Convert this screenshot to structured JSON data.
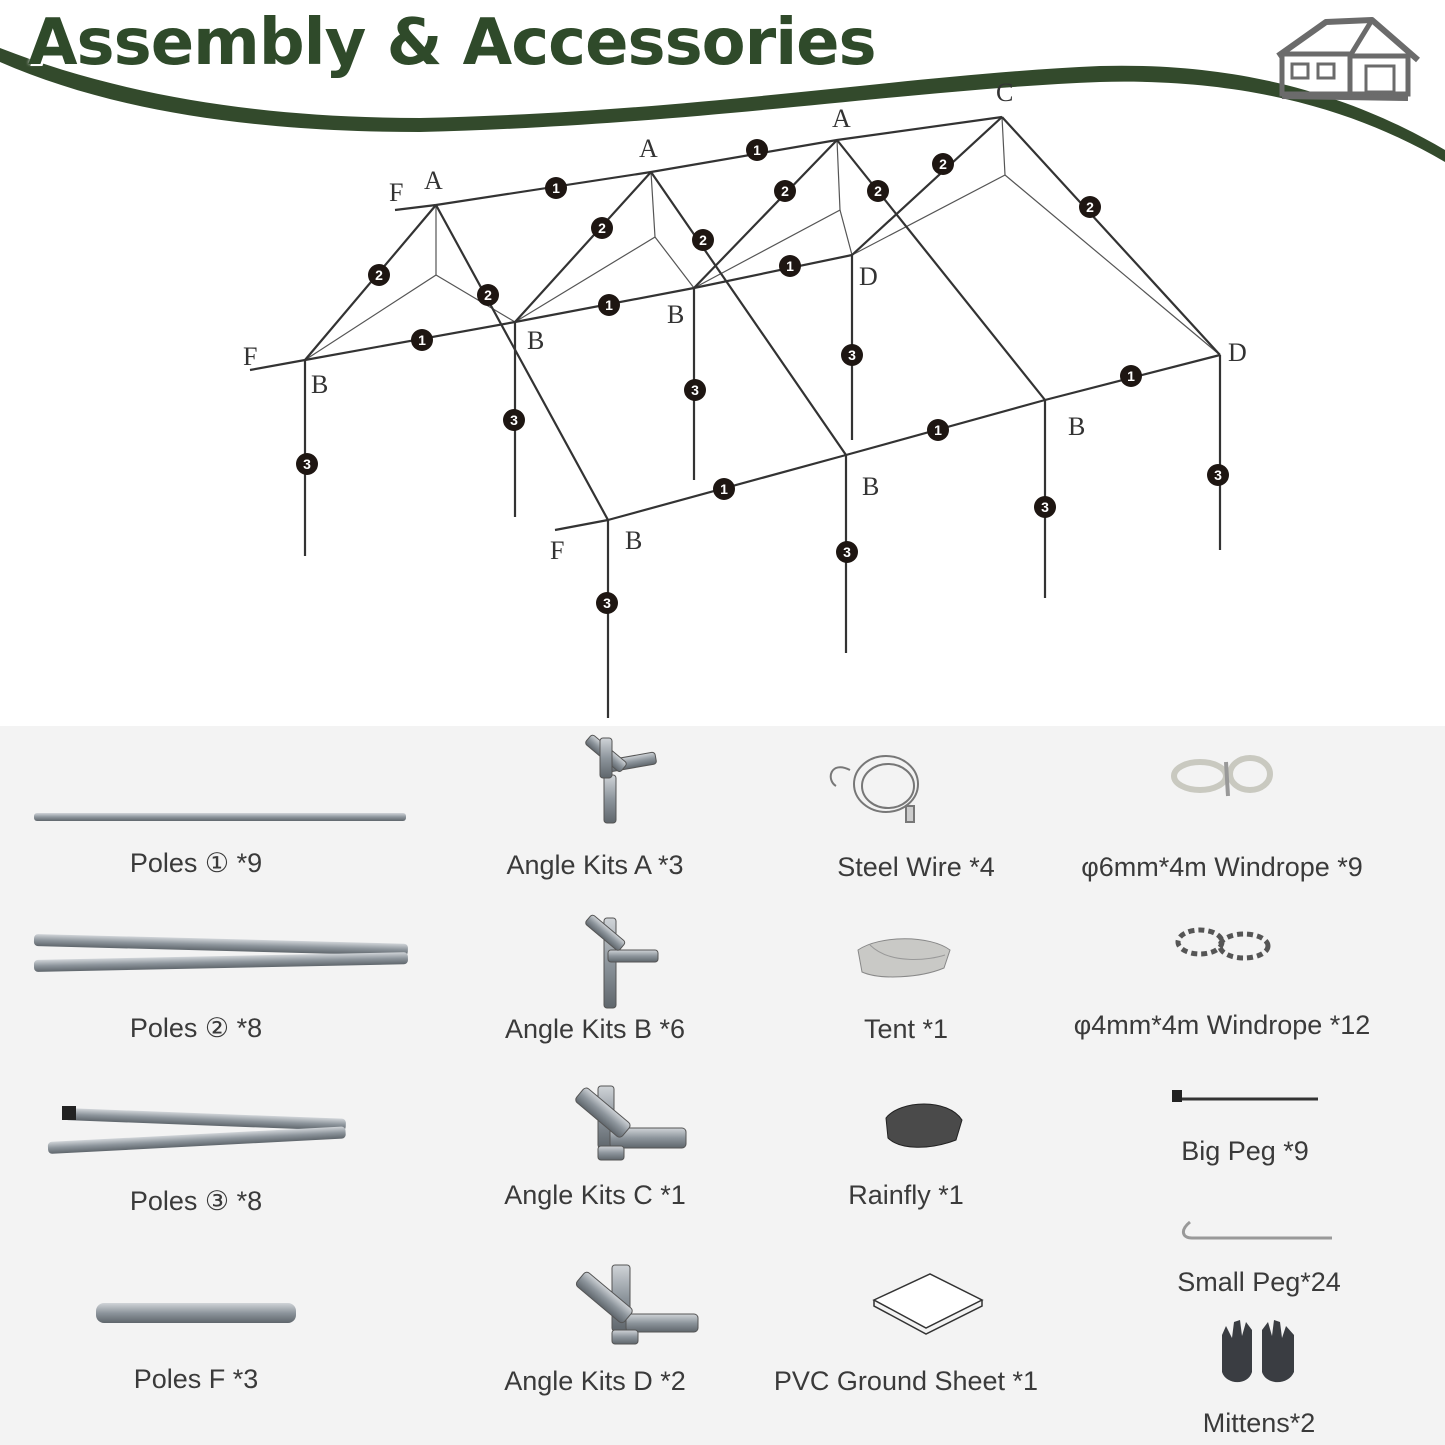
{
  "header": {
    "title": "Assembly & Accessories",
    "colors": {
      "title": "#2f4a2a",
      "swoosh": "#334a2c",
      "house": "#6b6b6b",
      "panel": "#f3f3f3"
    },
    "icon": "house-icon"
  },
  "diagram": {
    "joint_labels": [
      "A",
      "A",
      "A",
      "C",
      "F",
      "F",
      "F",
      "B",
      "B",
      "B",
      "B",
      "B",
      "B",
      "D",
      "D"
    ],
    "part_badges": [
      "1",
      "2",
      "3"
    ]
  },
  "accessories": {
    "poles_1": "Poles ① *9",
    "poles_2": "Poles ② *8",
    "poles_3": "Poles ③ *8",
    "poles_f": "Poles F *3",
    "angle_a": "Angle Kits A *3",
    "angle_b": "Angle Kits B *6",
    "angle_c": "Angle Kits C *1",
    "angle_d": "Angle Kits D *2",
    "steel_wire": "Steel Wire *4",
    "tent": "Tent *1",
    "rainfly": "Rainfly *1",
    "ground_sheet": "PVC Ground Sheet *1",
    "windrope_6": "φ6mm*4m Windrope *9",
    "windrope_4": "φ4mm*4m Windrope *12",
    "big_peg": "Big Peg *9",
    "small_peg": "Small Peg*24",
    "mittens": "Mittens*2"
  }
}
